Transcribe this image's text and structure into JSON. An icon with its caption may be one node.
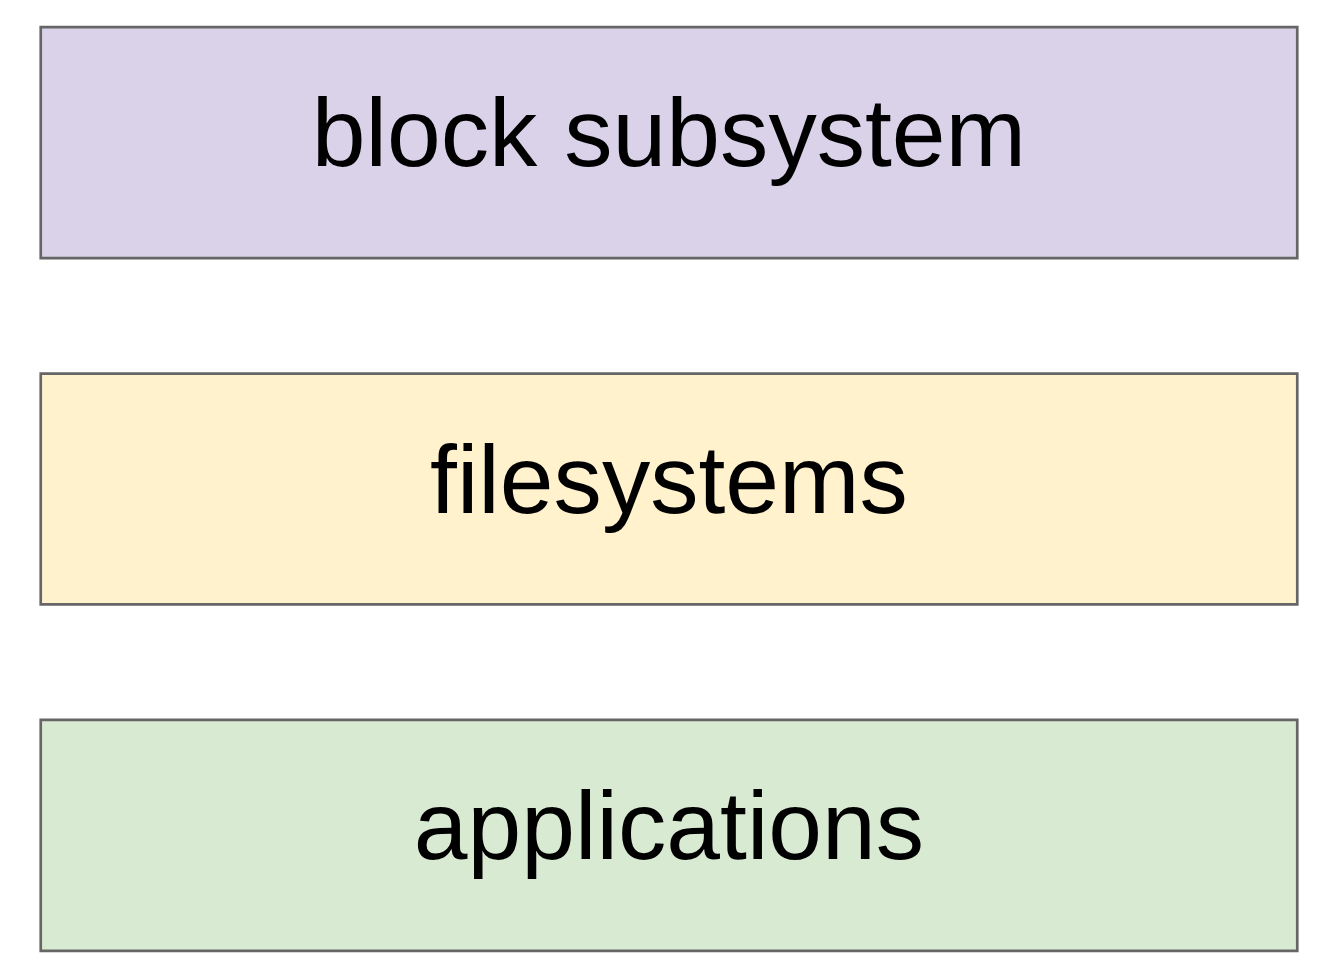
{
  "diagram": {
    "nodes": [
      {
        "text": [
          "applications"
        ]
      },
      {
        "text": [
          "filesystems"
        ]
      },
      {
        "text": [
          "block subsystem"
        ]
      }
    ]
  }
}
